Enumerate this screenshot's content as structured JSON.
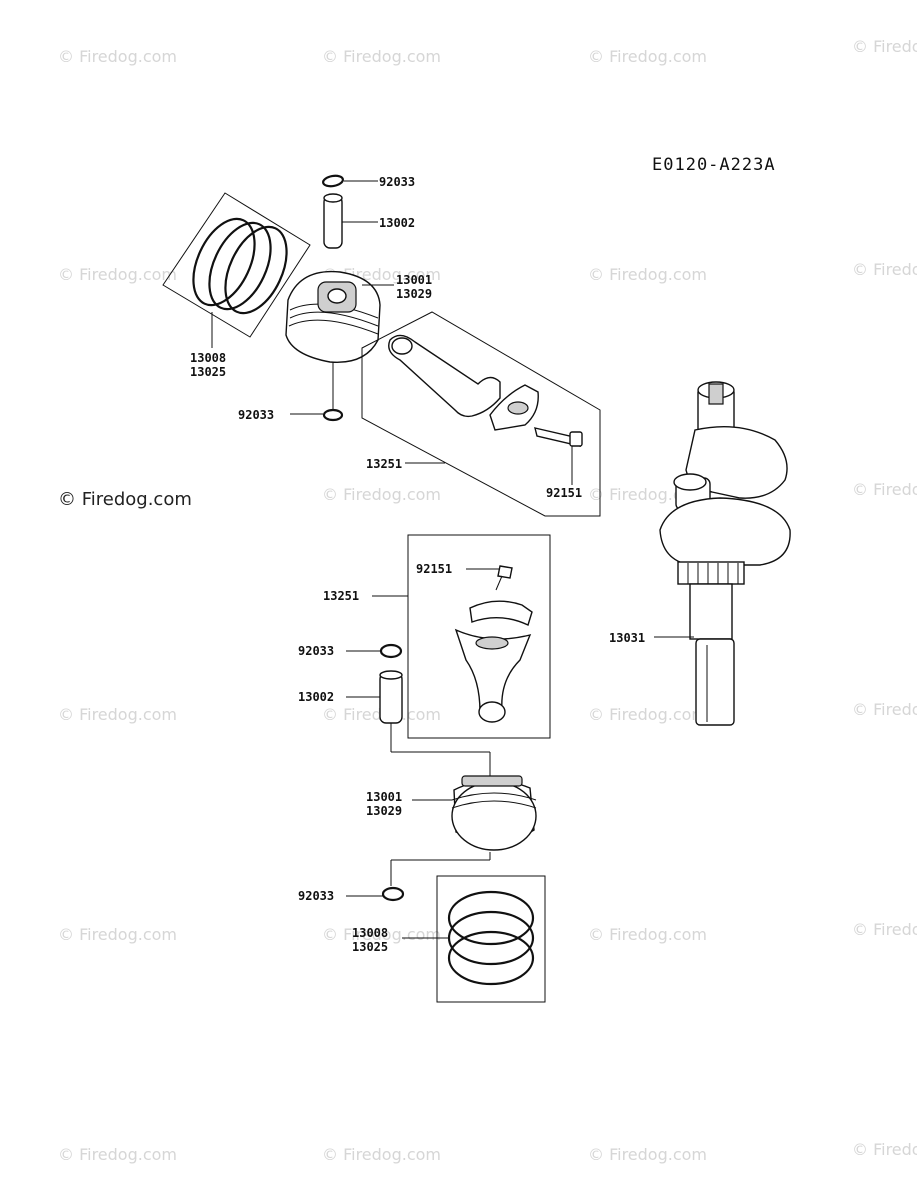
{
  "diagram_code": "E0120-A223A",
  "watermark": "© Firedog.com",
  "copyright": "© Firedog.com",
  "callouts": {
    "top_circlip": "92033",
    "top_pin": "13002",
    "top_piston_a": "13001",
    "top_piston_b": "13029",
    "top_rings_a": "13008",
    "top_rings_b": "13025",
    "top_lower_circlip": "92033",
    "top_rod_group": "13251",
    "top_rod_bolt": "92151",
    "crankshaft": "13031",
    "bottom_rod_bolt": "92151",
    "bottom_rod_group": "13251",
    "bottom_circlip": "92033",
    "bottom_pin": "13002",
    "bottom_piston_a": "13001",
    "bottom_piston_b": "13029",
    "bottom_lower_circlip": "92033",
    "bottom_rings_a": "13008",
    "bottom_rings_b": "13025"
  }
}
